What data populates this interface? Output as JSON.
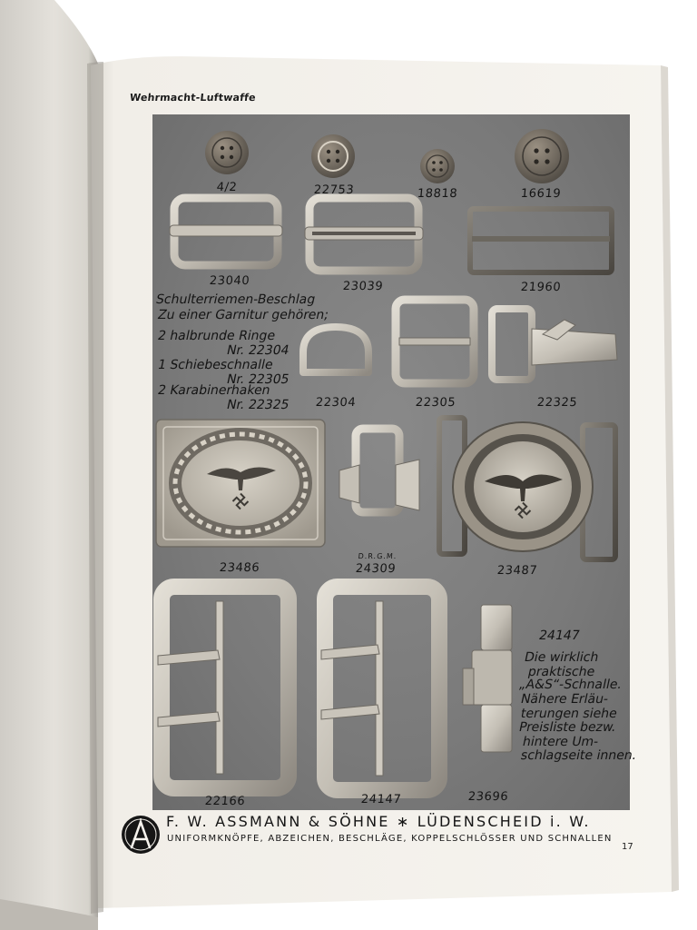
{
  "running_head": "Wehrmacht-Luftwaffe",
  "plate": {
    "item_numbers": [
      "4/2",
      "22753",
      "18818",
      "16619",
      "23040",
      "23039",
      "21960",
      "22304",
      "22305",
      "22325",
      "23486",
      "24309",
      "23487",
      "22166",
      "24147",
      "23696"
    ],
    "drgm_mark": "D.R.G.M.",
    "shoulder_strap_note": {
      "lines": [
        "Schulterriemen-Beschlag",
        "Zu einer Garnitur gehören;"
      ],
      "items": [
        {
          "name": "2 halbrunde Ringe",
          "number": "Nr. 22304"
        },
        {
          "name": "1 Schiebeschnalle",
          "number": "Nr. 22305"
        },
        {
          "name": "2 Karabinerhaken",
          "number": "Nr. 22325"
        }
      ]
    },
    "as_buckle_note": {
      "number": "24147",
      "lines": [
        "Die wirklich",
        "praktische",
        "„A&S“-Schnalle.",
        "Nähere Erläu-",
        "terungen siehe",
        "Preisliste bezw.",
        "hintere Um-",
        "schlagseite innen."
      ]
    }
  },
  "footer": {
    "company_line": "F. W. ASSMANN & SÖHNE ∗ LÜDENSCHEID i. W.",
    "product_line": "UNIFORMKNÖPFE, ABZEICHEN, BESCHLÄGE, KOPPELSCHLÖSSER UND SCHNALLEN",
    "logo_letters": "A"
  },
  "page_number": "17",
  "colors": {
    "paper": "#f6f3ed",
    "plate_background": "#7c7c7c",
    "metal_light": "#cfcac0",
    "metal_dark": "#5a5752",
    "ink": "#141414"
  }
}
